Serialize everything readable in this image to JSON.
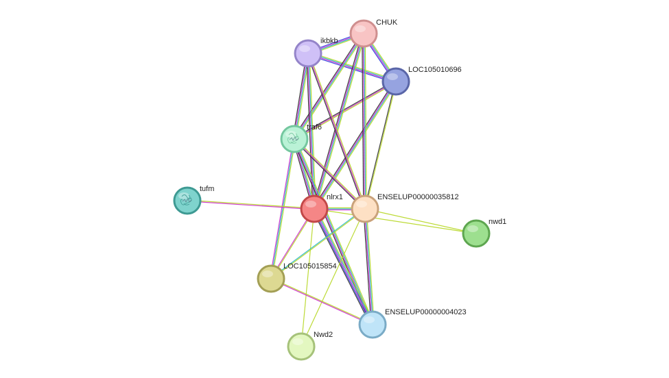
{
  "nodes": [
    {
      "id": "CHUK",
      "label": "CHUK",
      "fill": "#f8c4c4",
      "stroke": "#cf8f8f",
      "icon": null
    },
    {
      "id": "ikbkb",
      "label": "ikbkb",
      "fill": "#cfc0f7",
      "stroke": "#9484c9",
      "icon": null
    },
    {
      "id": "LOC105010696",
      "label": "LOC105010696",
      "fill": "#96a3e0",
      "stroke": "#5a66a8",
      "icon": null
    },
    {
      "id": "traf6",
      "label": "traf6",
      "fill": "#baf2d6",
      "stroke": "#74c79f",
      "icon": "protein-structure-icon"
    },
    {
      "id": "tufm",
      "label": "tufm",
      "fill": "#7fd3cd",
      "stroke": "#3e9a93",
      "icon": "protein-structure-icon"
    },
    {
      "id": "nlrx1",
      "label": "nlrx1",
      "fill": "#f58686",
      "stroke": "#c24848",
      "icon": null
    },
    {
      "id": "ENSELUP00000035812",
      "label": "ENSELUP00000035812",
      "fill": "#fde0c4",
      "stroke": "#c9a27b",
      "icon": null
    },
    {
      "id": "nwd1",
      "label": "nwd1",
      "fill": "#9ddf8f",
      "stroke": "#5ea650",
      "icon": null
    },
    {
      "id": "LOC105015854",
      "label": "LOC105015854",
      "fill": "#ddd992",
      "stroke": "#a39f55",
      "icon": null
    },
    {
      "id": "ENSELUP00000004023",
      "label": "ENSELUP00000004023",
      "fill": "#bfe4f8",
      "stroke": "#7aabc6",
      "icon": null
    },
    {
      "id": "Nwd2",
      "label": "Nwd2",
      "fill": "#e3f7c0",
      "stroke": "#a6c27a",
      "icon": null
    }
  ],
  "edge_colors": {
    "green": "#b8d82a",
    "magenta": "#cc33cc",
    "cyan": "#2ab8c8",
    "blue": "#3344dd",
    "black": "#333333",
    "violet": "#7733aa"
  },
  "edges": [
    {
      "a": "CHUK",
      "b": "ikbkb",
      "types": [
        "green",
        "cyan",
        "magenta",
        "blue"
      ]
    },
    {
      "a": "CHUK",
      "b": "LOC105010696",
      "types": [
        "green",
        "cyan",
        "magenta",
        "blue"
      ]
    },
    {
      "a": "ikbkb",
      "b": "LOC105010696",
      "types": [
        "green",
        "cyan",
        "magenta",
        "blue"
      ]
    },
    {
      "a": "CHUK",
      "b": "traf6",
      "types": [
        "green",
        "cyan",
        "magenta",
        "black"
      ]
    },
    {
      "a": "ikbkb",
      "b": "traf6",
      "types": [
        "green",
        "cyan",
        "magenta",
        "black"
      ]
    },
    {
      "a": "LOC105010696",
      "b": "traf6",
      "types": [
        "green",
        "magenta",
        "black"
      ]
    },
    {
      "a": "CHUK",
      "b": "nlrx1",
      "types": [
        "green",
        "cyan",
        "magenta",
        "black"
      ]
    },
    {
      "a": "ikbkb",
      "b": "nlrx1",
      "types": [
        "green",
        "cyan",
        "magenta",
        "black"
      ]
    },
    {
      "a": "LOC105010696",
      "b": "nlrx1",
      "types": [
        "green",
        "cyan",
        "magenta",
        "black"
      ]
    },
    {
      "a": "CHUK",
      "b": "ENSELUP00000035812",
      "types": [
        "green",
        "cyan",
        "magenta",
        "black"
      ]
    },
    {
      "a": "ikbkb",
      "b": "ENSELUP00000035812",
      "types": [
        "green",
        "magenta",
        "black"
      ]
    },
    {
      "a": "LOC105010696",
      "b": "ENSELUP00000035812",
      "types": [
        "green",
        "black"
      ]
    },
    {
      "a": "traf6",
      "b": "nlrx1",
      "types": [
        "green",
        "cyan",
        "magenta",
        "black"
      ]
    },
    {
      "a": "traf6",
      "b": "ENSELUP00000035812",
      "types": [
        "green",
        "magenta",
        "black"
      ]
    },
    {
      "a": "traf6",
      "b": "LOC105015854",
      "types": [
        "green",
        "cyan",
        "magenta"
      ]
    },
    {
      "a": "traf6",
      "b": "ENSELUP00000004023",
      "types": [
        "green",
        "cyan",
        "magenta",
        "black"
      ]
    },
    {
      "a": "tufm",
      "b": "nlrx1",
      "types": [
        "green",
        "magenta"
      ]
    },
    {
      "a": "nlrx1",
      "b": "ENSELUP00000035812",
      "types": [
        "green",
        "cyan",
        "magenta"
      ]
    },
    {
      "a": "nlrx1",
      "b": "ENSELUP00000004023",
      "types": [
        "green",
        "cyan",
        "magenta",
        "blue",
        "black"
      ]
    },
    {
      "a": "nlrx1",
      "b": "LOC105015854",
      "types": [
        "green",
        "magenta"
      ]
    },
    {
      "a": "nlrx1",
      "b": "Nwd2",
      "types": [
        "green"
      ]
    },
    {
      "a": "nlrx1",
      "b": "nwd1",
      "types": [
        "green"
      ]
    },
    {
      "a": "ENSELUP00000035812",
      "b": "nwd1",
      "types": [
        "green"
      ]
    },
    {
      "a": "ENSELUP00000035812",
      "b": "ENSELUP00000004023",
      "types": [
        "green",
        "cyan",
        "magenta",
        "black"
      ]
    },
    {
      "a": "ENSELUP00000035812",
      "b": "LOC105015854",
      "types": [
        "green",
        "cyan"
      ]
    },
    {
      "a": "ENSELUP00000035812",
      "b": "Nwd2",
      "types": [
        "green"
      ]
    },
    {
      "a": "LOC105015854",
      "b": "ENSELUP00000004023",
      "types": [
        "green",
        "magenta"
      ]
    }
  ]
}
